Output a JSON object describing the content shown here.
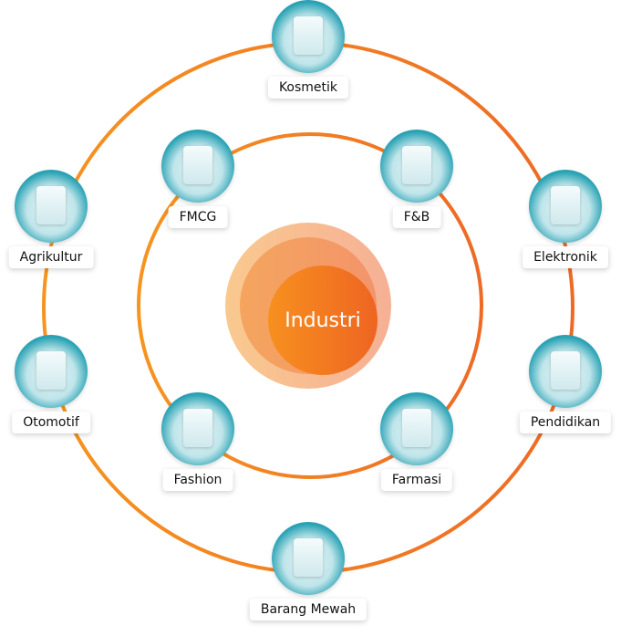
{
  "center": {
    "label": "Industri"
  },
  "colors": {
    "ring": "#f08a24",
    "core": "#f07a22",
    "icon": "#1f93a8"
  },
  "nodes": [
    {
      "id": "kosmetik",
      "label": "Kosmetik",
      "icon": "cosmetics-icon"
    },
    {
      "id": "fmcg",
      "label": "FMCG",
      "icon": "pouch-icon"
    },
    {
      "id": "fnb",
      "label": "F&B",
      "icon": "wine-bottle-icon"
    },
    {
      "id": "agrikultur",
      "label": "Agrikultur",
      "icon": "seed-bag-icon"
    },
    {
      "id": "elektronik",
      "label": "Elektronik",
      "icon": "tablet-icon"
    },
    {
      "id": "otomotif",
      "label": "Otomotif",
      "icon": "wheel-icon"
    },
    {
      "id": "pendidikan",
      "label": "Pendidikan",
      "icon": "book-box-icon"
    },
    {
      "id": "fashion",
      "label": "Fashion",
      "icon": "shirt-icon"
    },
    {
      "id": "farmasi",
      "label": "Farmasi",
      "icon": "pill-bottle-icon"
    },
    {
      "id": "barang-mewah",
      "label": "Barang Mewah",
      "icon": "watch-box-icon"
    }
  ]
}
